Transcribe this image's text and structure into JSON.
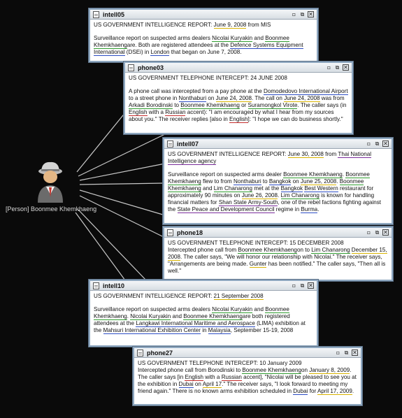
{
  "person": {
    "label": "[Person] Boonmee Khemkhaeng",
    "icon": "spy-person-icon"
  },
  "controls": {
    "minimize": "▫",
    "restore": "⧉",
    "close": "✕"
  },
  "colors": {
    "entity_green": "#2e9b2e",
    "entity_blue": "#2d4dc4",
    "entity_yellow": "#d9b300",
    "entity_red": "#c42d2d",
    "entity_purple": "#7a2d9b",
    "window_border": "#8fa8c0"
  },
  "windows": [
    {
      "id": "intell05",
      "title": "intell05",
      "paragraphs": [
        [
          {
            "t": "US GOVERNMENT INTELLIGENCE REPORT: "
          },
          {
            "t": "June 9, 2008",
            "c": "yellow"
          },
          {
            "t": " from MIS"
          }
        ],
        [
          {
            "t": "Surveillance report on suspected arms dealers "
          },
          {
            "t": "Nicolai Kuryakin",
            "c": "green"
          },
          {
            "t": " and "
          },
          {
            "t": "Boonmee Khemkhaeng",
            "c": "green"
          },
          {
            "t": "are.  Both are registered attendees at the "
          },
          {
            "t": "Defence Systems Equipment International",
            "c": "blue"
          },
          {
            "t": " (DSEi) in "
          },
          {
            "t": "London",
            "c": "blue"
          },
          {
            "t": " that began on June 7, 2008."
          }
        ]
      ]
    },
    {
      "id": "phone03",
      "title": "phone03",
      "paragraphs": [
        [
          {
            "t": "US GOVERNMENT TELEPHONE INTERCEPT: 24 JUNE 2008"
          }
        ],
        [
          {
            "t": "A phone call was intercepted from a pay phone at the "
          },
          {
            "t": "Domodedovo International Airport",
            "c": "blue"
          },
          {
            "t": " to a street phone in "
          },
          {
            "t": "Nonthaburi",
            "c": "blue"
          },
          {
            "t": " on "
          },
          {
            "t": "June 24, 2008",
            "c": "yellow"
          },
          {
            "t": ".  The call on "
          },
          {
            "t": "June 24, 2008",
            "c": "yellow"
          },
          {
            "t": " was from "
          },
          {
            "t": "Arkadi Borodinski",
            "c": "green"
          },
          {
            "t": " to "
          },
          {
            "t": "Boonmee Khemkhaeng",
            "c": "green"
          },
          {
            "t": " or "
          },
          {
            "t": "Suramongkol Virote",
            "c": "green"
          },
          {
            "t": ".  The caller says (in "
          },
          {
            "t": "English",
            "c": "red"
          },
          {
            "t": " with a "
          },
          {
            "t": "Russian",
            "c": "red"
          },
          {
            "t": " accent): \"I am encouraged by what I hear from my sources about you.\"  The receiver replies [also in "
          },
          {
            "t": "English",
            "c": "red"
          },
          {
            "t": "]: \"I hope we can do business shortly.\""
          }
        ]
      ]
    },
    {
      "id": "intell07",
      "title": "intell07",
      "paragraphs": [
        [
          {
            "t": "US GOVERNMENT INTELLIGENCE REPORT: "
          },
          {
            "t": "June 30, 2008",
            "c": "yellow"
          },
          {
            "t": " from "
          },
          {
            "t": "Thai National Intelligence agency",
            "c": "purple"
          }
        ],
        [
          {
            "t": "Surveillance report on suspected arms dealer "
          },
          {
            "t": "Boonmee Khemkhaeng",
            "c": "green"
          },
          {
            "t": ".  "
          },
          {
            "t": "Boonmee Khemkhaeng",
            "c": "green"
          },
          {
            "t": " flew to from "
          },
          {
            "t": "Nonthaburi",
            "c": "blue"
          },
          {
            "t": " to "
          },
          {
            "t": "Bangkok",
            "c": "blue"
          },
          {
            "t": " on "
          },
          {
            "t": "June 25, 2008",
            "c": "yellow"
          },
          {
            "t": ".  "
          },
          {
            "t": "Boonmee Khemkhaeng",
            "c": "green"
          },
          {
            "t": " and "
          },
          {
            "t": "Lim Chanarong",
            "c": "green"
          },
          {
            "t": " met at the "
          },
          {
            "t": "Bangkok",
            "c": "blue"
          },
          {
            "t": " "
          },
          {
            "t": "Best Western",
            "c": "blue"
          },
          {
            "t": " restaurant for approximately 90 minutes on "
          },
          {
            "t": "June 26, 2008",
            "c": "yellow"
          },
          {
            "t": ".  "
          },
          {
            "t": "Lim Chanarong",
            "c": "green"
          },
          {
            "t": " is known for handling financial matters for "
          },
          {
            "t": "Shan State Army-South",
            "c": "purple"
          },
          {
            "t": ", one of the rebel factions fighting against the "
          },
          {
            "t": "State Peace and Development Council",
            "c": "purple"
          },
          {
            "t": " regime in "
          },
          {
            "t": "Burma",
            "c": "blue"
          },
          {
            "t": "."
          }
        ]
      ]
    },
    {
      "id": "phone18",
      "title": "phone18",
      "paragraphs": [
        [
          {
            "t": "US GOVERNMENT TELEPHONE INTERCEPT: 15 DECEMBER 2008"
          },
          {
            "br": true
          },
          {
            "t": "Intercepted phone call from "
          },
          {
            "t": "Boonmee Khemkhaeng",
            "c": "green"
          },
          {
            "t": "on to "
          },
          {
            "t": "Lim Chanarong",
            "c": "green"
          },
          {
            "t": " "
          },
          {
            "t": "December 15, 2008",
            "c": "yellow"
          },
          {
            "t": ".  The caller says, \"We will honor our relationship with Nicolai.\"  The receiver says, \"Arrangements are being made.  "
          },
          {
            "t": "Gunter",
            "c": "yellow"
          },
          {
            "t": " has been notified.\"  The caller says, \"Then all is well.\""
          }
        ]
      ]
    },
    {
      "id": "intell10",
      "title": "intell10",
      "paragraphs": [
        [
          {
            "t": "US GOVERNMENT INTELLIGENCE REPORT: "
          },
          {
            "t": "21 September 2008",
            "c": "yellow"
          }
        ],
        [
          {
            "t": "Surveillance report on suspected arms dealers "
          },
          {
            "t": "Nicolai Kuryakin",
            "c": "green"
          },
          {
            "t": " and "
          },
          {
            "t": "Boonmee Khemkhaeng",
            "c": "green"
          },
          {
            "t": ".  "
          },
          {
            "t": "Nicolai Kuryakin",
            "c": "green"
          },
          {
            "t": " and "
          },
          {
            "t": "Boonmee Khemkhaeng",
            "c": "green"
          },
          {
            "t": "are both registered attendees at the "
          },
          {
            "t": "Langkawi International Maritime and Aerospace",
            "c": "blue"
          },
          {
            "t": " (LIMA) exhibition at the "
          },
          {
            "t": "Mahsuri International Exhibition Center",
            "c": "blue"
          },
          {
            "t": " in "
          },
          {
            "t": "Malaysia",
            "c": "blue"
          },
          {
            "t": ", September 15-19, 2008"
          }
        ]
      ]
    },
    {
      "id": "phone27",
      "title": "phone27",
      "paragraphs": [
        [
          {
            "t": "US GOVERNMENT TELEPHONE INTERCEPT: 10 January 2009"
          },
          {
            "br": true
          },
          {
            "t": "Intercepted phone call from Borodinski to "
          },
          {
            "t": "Boonmee Khemkhaeng",
            "c": "green"
          },
          {
            "t": "on "
          },
          {
            "t": "January 8, 2009",
            "c": "yellow"
          },
          {
            "t": ".  The caller says [in "
          },
          {
            "t": "English",
            "c": "red"
          },
          {
            "t": " with a "
          },
          {
            "t": "Russian",
            "c": "red"
          },
          {
            "t": " accent], \"Nicolai will be pleased to see you at the exhibition in "
          },
          {
            "t": "Dubai",
            "c": "blue"
          },
          {
            "t": " on "
          },
          {
            "t": "April 17",
            "c": "yellow"
          },
          {
            "t": ".\"  The receiver says, \"I look forward to meeting my friend again.\"  There is no known arms exhibition scheduled in "
          },
          {
            "t": "Dubai",
            "c": "blue"
          },
          {
            "t": " for "
          },
          {
            "t": "April 17, 2009",
            "c": "yellow"
          },
          {
            "t": "."
          }
        ]
      ]
    }
  ]
}
